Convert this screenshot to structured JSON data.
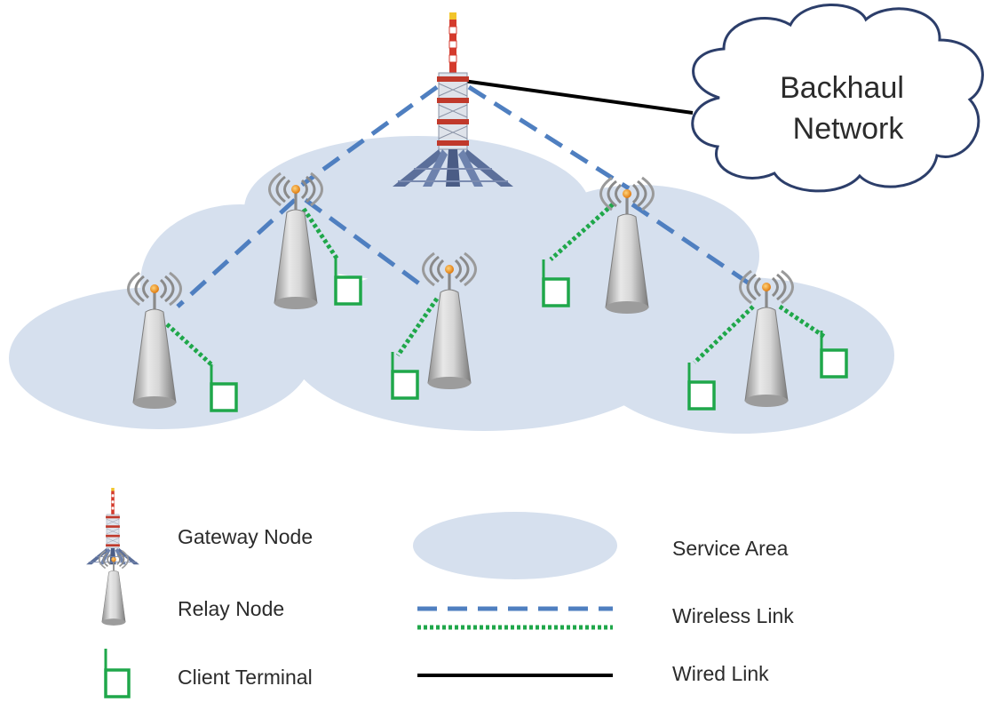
{
  "cloud": {
    "line1": "Backhaul",
    "line2": "Network"
  },
  "legend": {
    "gateway_node": "Gateway Node",
    "relay_node": "Relay Node",
    "client_terminal": "Client Terminal",
    "service_area": "Service Area",
    "wireless_link": "Wireless Link",
    "wired_link": "Wired Link"
  },
  "colors": {
    "service_area": "#d6e0ee",
    "wireless_backbone": "#4f7fc0",
    "wireless_access": "#1fa74a",
    "wired": "#000000",
    "client": "#1fa74a"
  }
}
